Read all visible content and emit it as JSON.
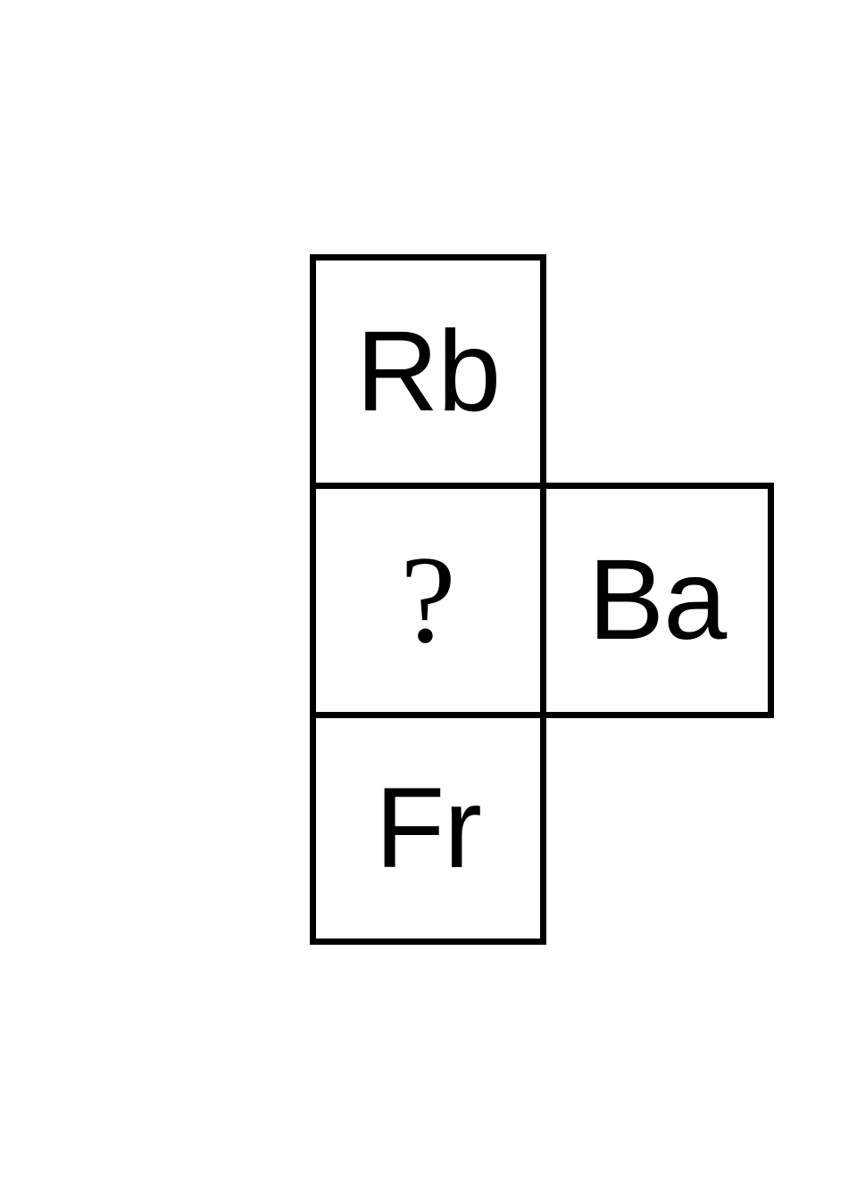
{
  "diagram": {
    "cells": [
      {
        "symbol": "Rb"
      },
      {
        "symbol": "?"
      },
      {
        "symbol": "Ba"
      },
      {
        "symbol": "Fr"
      }
    ]
  }
}
